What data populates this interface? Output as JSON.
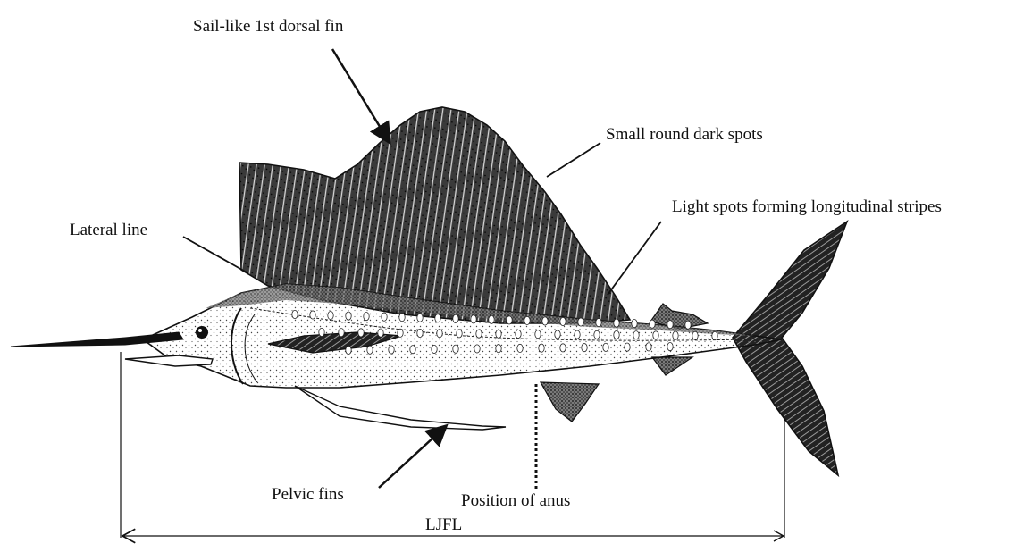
{
  "labels": {
    "dorsal_fin": "Sail-like 1st dorsal fin",
    "dark_spots": "Small round dark spots",
    "light_spots": "Light spots forming longitudinal stripes",
    "lateral_line": "Lateral line",
    "pelvic_fins": "Pelvic fins",
    "anus": "Position of anus",
    "measurement": "LJFL"
  }
}
